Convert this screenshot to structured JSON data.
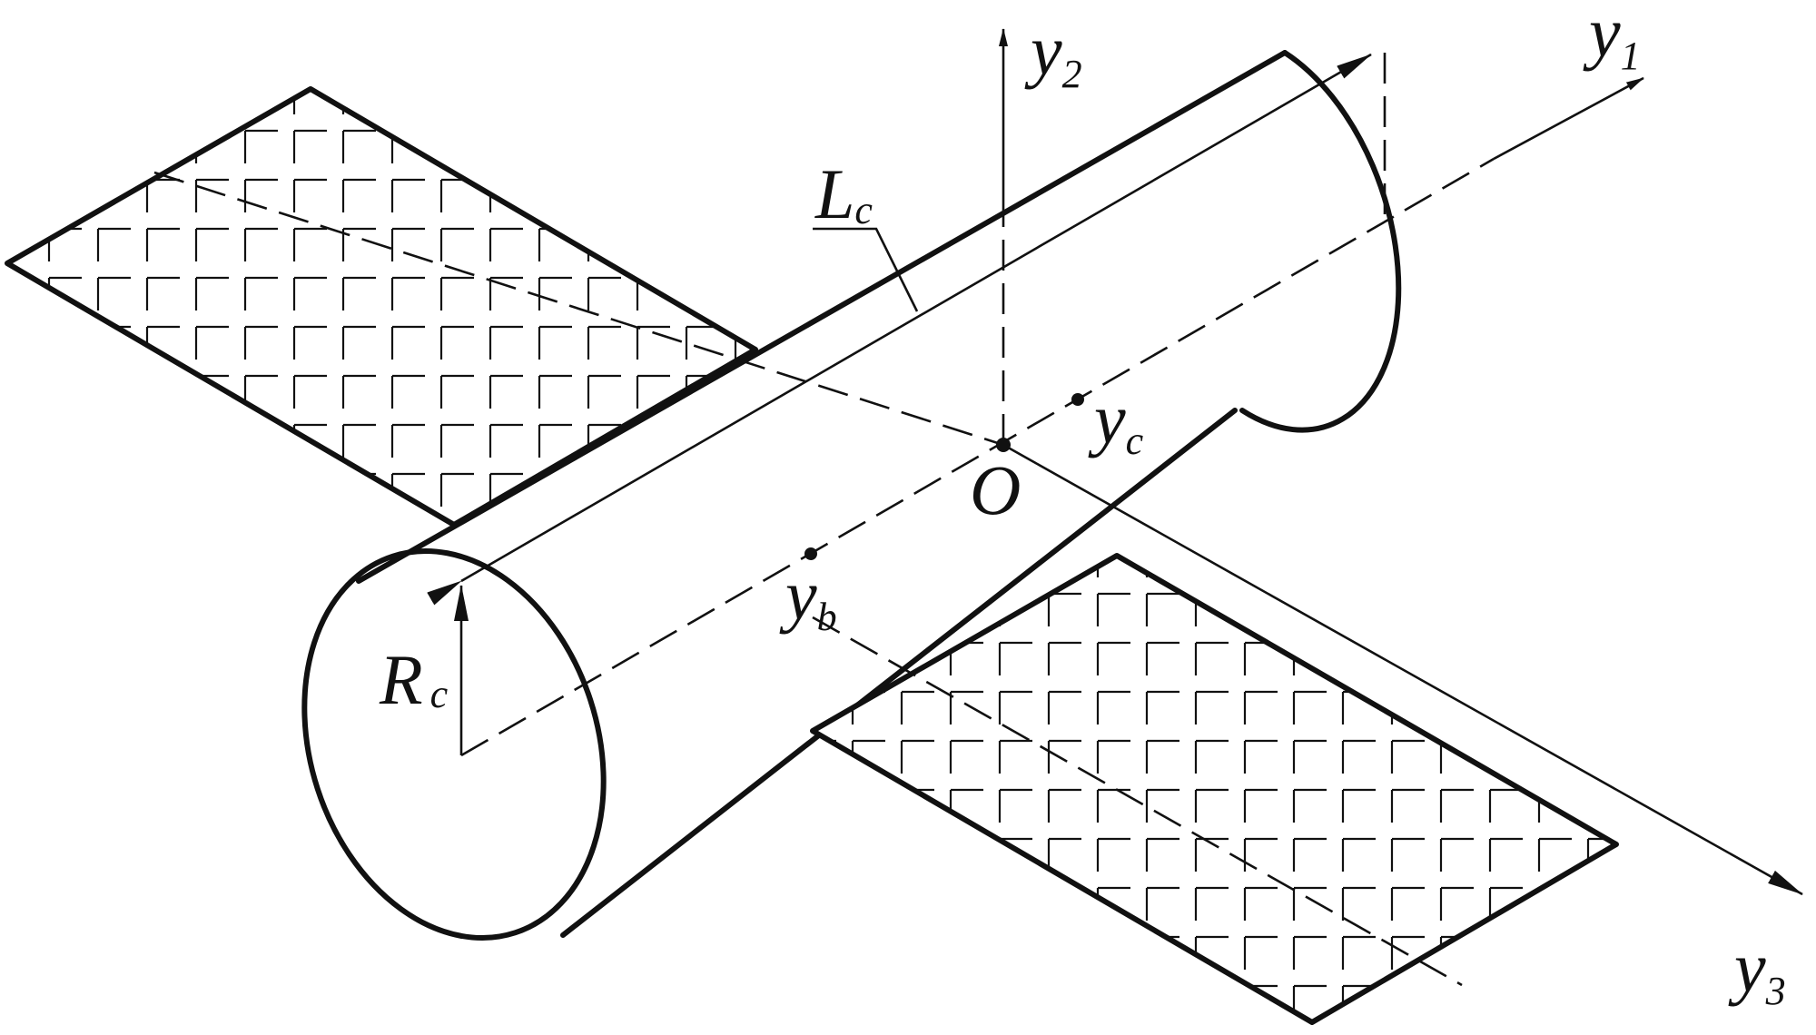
{
  "labels": {
    "y1": {
      "main": "y",
      "sub": "1"
    },
    "y2": {
      "main": "y",
      "sub": "2"
    },
    "y3": {
      "main": "y",
      "sub": "3"
    },
    "yc": {
      "main": "y",
      "sub": "c"
    },
    "yb": {
      "main": "y",
      "sub": "b"
    },
    "origin": {
      "main": "O"
    },
    "length": {
      "main": "L",
      "sub": "c"
    },
    "radius": {
      "main": "R",
      "sub": "c"
    }
  },
  "colors": {
    "line": "#111111",
    "background": "#ffffff"
  }
}
